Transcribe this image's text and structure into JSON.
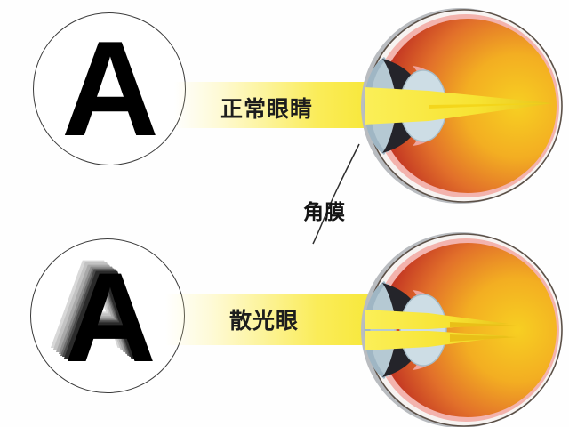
{
  "figure": {
    "type": "medical-diagram",
    "subject": "eye-refraction-comparison",
    "background_color": "#fefefe"
  },
  "rows": [
    {
      "id": "normal",
      "vision_letter": "A",
      "letter_state": "sharp",
      "beam_label": "正常眼睛",
      "focus_points": 1,
      "focus_description": "single-point-focus-on-retina"
    },
    {
      "id": "astigmatism",
      "vision_letter": "A",
      "letter_state": "ghosted-blurred",
      "beam_label": "散光眼",
      "focus_points": 2,
      "focus_description": "two-focal-points-before-retina"
    }
  ],
  "annotations": {
    "cornea_label": "角膜"
  },
  "colors": {
    "beam": "#f8e83c",
    "beam_pale": "#fff8be",
    "vitreous_red": "#c0392b",
    "vitreous_orange": "#e8742a",
    "vitreous_yellow": "#f6c51c",
    "sclera_grey": "#b9bcc0",
    "choroid_pink": "#f3b3ad",
    "cornea_blue": "#9fb6c4",
    "lens_blue": "#c2d4dd",
    "iris_dark": "#2b2b30",
    "outline": "#3a3a3a",
    "text": "#1d1d1d"
  }
}
